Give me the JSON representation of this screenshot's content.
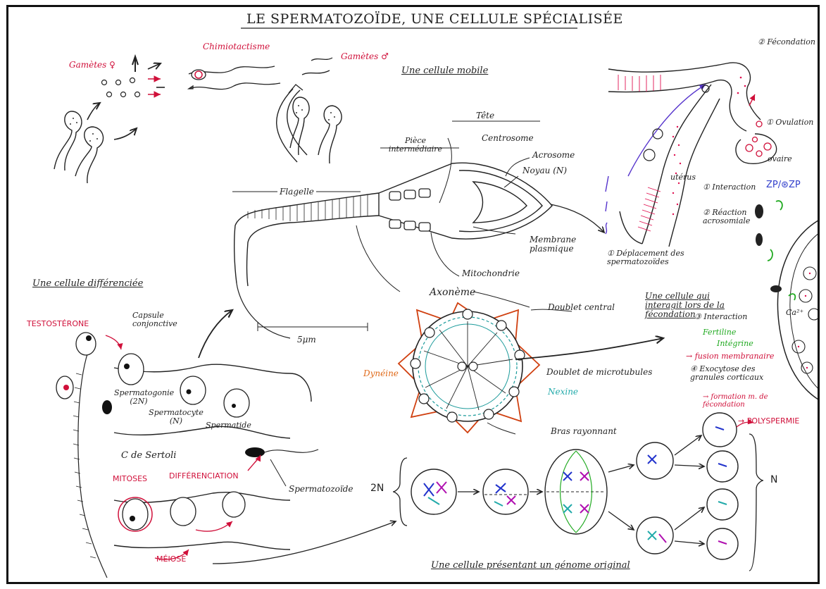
{
  "title": "LE SPERMATOZOÏDE, UNE CELLULE SPÉCIALISÉE",
  "sections": {
    "mobile": "Une cellule mobile",
    "differentiated": "Une cellule différenciée",
    "interacts": "Une cellule qui interagit lors de la fécondation",
    "genome": "Une cellule présentant un génome original"
  },
  "top_left": {
    "gametes_female": "Gamètes ♀",
    "chemotaxis": "Chimiotactisme",
    "gametes_male": "Gamètes ♂"
  },
  "sperm_labels": {
    "tete": "Tête",
    "piece": "Pièce intermédiaire",
    "centrosome": "Centrosome",
    "acrosome": "Acrosome",
    "noyau": "Noyau (N)",
    "flagelle": "Flagelle",
    "membrane": "Membrane plasmique",
    "mitochondrie": "Mitochondrie",
    "axoneme": "Axonème",
    "scale": "5μm"
  },
  "axoneme_labels": {
    "doublet_central": "Doublet central",
    "dyneine": "Dynéine",
    "doublet_micro": "Doublet de microtubules",
    "nexine": "Nexine",
    "bras": "Bras rayonnant"
  },
  "testis": {
    "testosterone": "TESTOSTÉRONE",
    "capsule": "Capsule conjonctive",
    "spermatogonie": "Spermatogonie (2N)",
    "spermatocyte": "Spermatocyte (N)",
    "spermatide": "Spermatide",
    "sertoli": "C de Sertoli",
    "mitoses": "MITOSES",
    "differenciation": "DIFFÉRENCIATION",
    "meiose": "MÉIOSE",
    "spermatozoide": "Spermatozoïde"
  },
  "fecundation": {
    "fecondation": "② Fécondation",
    "ovulation": "① Ovulation",
    "ovaire": "ovaire",
    "uterus": "utérus",
    "deplacement": "① Déplacement des spermatozoïdes",
    "interaction": "① Interaction",
    "zp": "ZP/⊛ZP",
    "reaction": "② Réaction acrosomiale",
    "interaction3": "③ Interaction",
    "fertiline": "Fertiline",
    "integrine": "Intégrine",
    "fusion": "→ fusion membranaire",
    "exocytose": "④ Exocytose des granules corticaux",
    "membrane_fec": "→ formation m. de fécondation",
    "polyspermie": "→ POLYSPERMIE",
    "ca": "Ca²⁺"
  },
  "meiosis": {
    "two_n": "2N",
    "n": "N"
  },
  "colors": {
    "ink": "#222222",
    "red": "#d0103a",
    "green": "#22aa22",
    "cyan": "#22aaaa",
    "orange": "#e06a1a",
    "blue": "#3340cc",
    "purple": "#b010b0"
  }
}
